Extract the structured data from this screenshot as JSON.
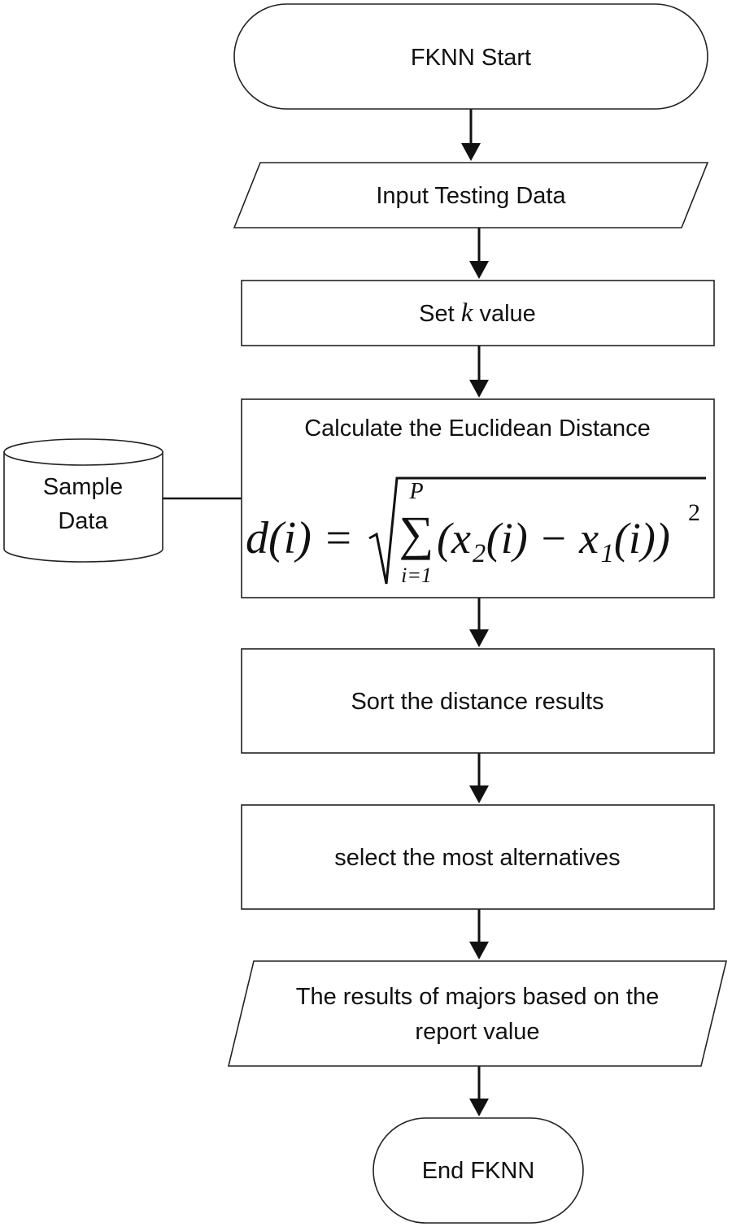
{
  "nodes": {
    "start": {
      "label": "FKNN Start",
      "shape": "terminator"
    },
    "input": {
      "label": "Input Testing Data",
      "shape": "parallelogram"
    },
    "set_k": {
      "label_prefix": "Set ",
      "label_var": "k",
      "label_suffix": " value",
      "shape": "process"
    },
    "calc": {
      "label": "Calculate the Euclidean Distance",
      "shape": "process"
    },
    "sample": {
      "line1": "Sample",
      "line2": "Data",
      "shape": "cylinder"
    },
    "sort": {
      "label": "Sort the distance results",
      "shape": "process"
    },
    "select": {
      "label": "select the most alternatives",
      "shape": "process"
    },
    "results": {
      "line1": "The results of majors based on the",
      "line2": "report value",
      "shape": "parallelogram"
    },
    "end": {
      "label": "End FKNN",
      "shape": "terminator"
    }
  },
  "formula": {
    "lhs": "d(i) =",
    "sum_symbol": "∑",
    "sum_upper": "P",
    "sum_lower": "i=1",
    "body": "(x₂(i) − x₁(i))",
    "exponent": "2"
  },
  "edges": [
    {
      "from": "start",
      "to": "input",
      "arrow": true
    },
    {
      "from": "input",
      "to": "set_k",
      "arrow": true
    },
    {
      "from": "set_k",
      "to": "calc",
      "arrow": true
    },
    {
      "from": "calc",
      "to": "sort",
      "arrow": true
    },
    {
      "from": "sort",
      "to": "select",
      "arrow": true
    },
    {
      "from": "select",
      "to": "results",
      "arrow": true
    },
    {
      "from": "results",
      "to": "end",
      "arrow": true
    },
    {
      "from": "sample",
      "to": "calc",
      "arrow": false
    }
  ]
}
